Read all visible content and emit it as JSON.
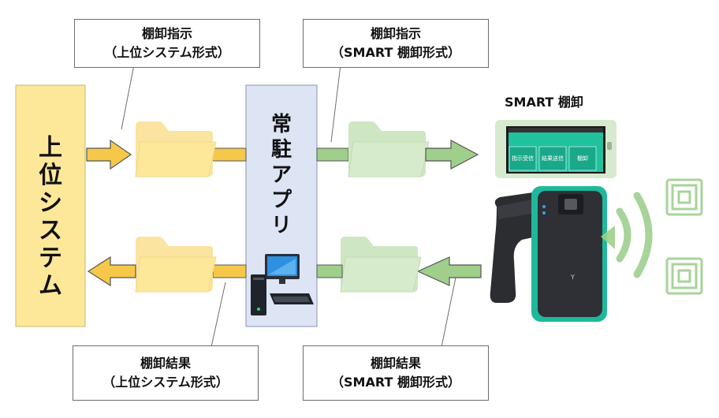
{
  "callouts": {
    "top_left": {
      "line1": "棚卸指示",
      "line2": "（上位システム形式）"
    },
    "top_right": {
      "line1": "棚卸指示",
      "line2": "（SMART 棚卸形式）"
    },
    "bottom_left": {
      "line1": "棚卸結果",
      "line2": "（上位システム形式）"
    },
    "bottom_right": {
      "line1": "棚卸結果",
      "line2": "（SMART 棚卸形式）"
    }
  },
  "host_system": {
    "chars": [
      "上",
      "位",
      "シ",
      "ス",
      "テ",
      "ム"
    ]
  },
  "resident_app": {
    "chars": [
      "常",
      "駐",
      "ア",
      "プ",
      "リ"
    ]
  },
  "smart_label": "SMART 棚卸",
  "tablet": {
    "buttons": [
      "指示受信",
      "結果送信",
      "棚卸"
    ]
  },
  "colors": {
    "host_fill": "#fde89a",
    "app_fill": "#dde4f4",
    "yellow_arrow": "#f6c84a",
    "green_arrow": "#9fcf8a",
    "folder_yellow": "#fde89a",
    "folder_green": "#cfe6c3",
    "tablet_teal": "#1fb89b"
  }
}
